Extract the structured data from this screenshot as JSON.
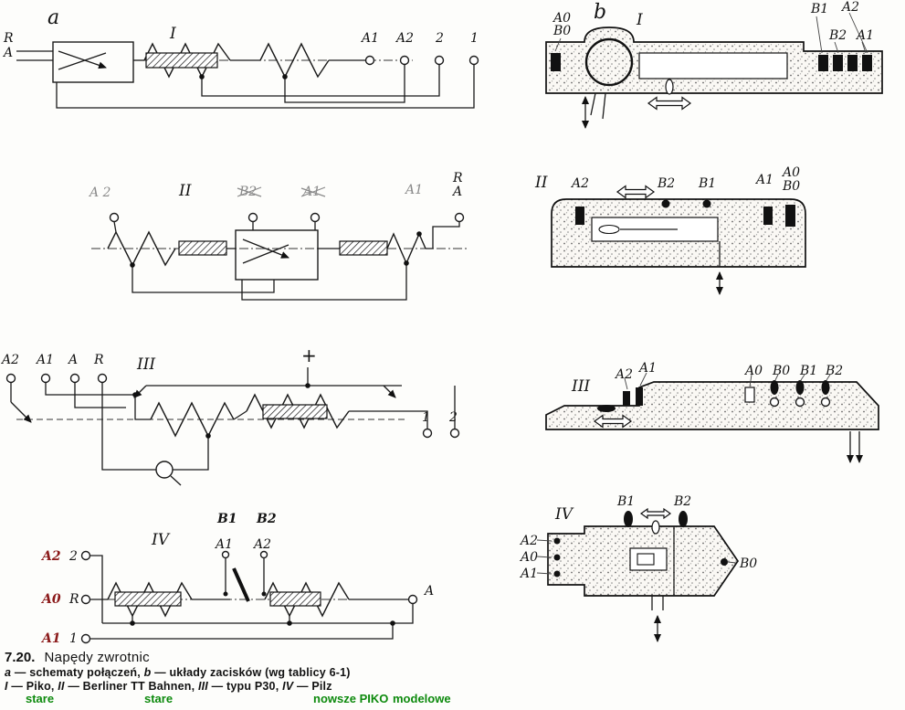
{
  "panel_a": {
    "label": "a"
  },
  "panel_b": {
    "label": "b"
  },
  "schem1": {
    "numeral": "I",
    "r": "R",
    "a": "A",
    "top": [
      "A1",
      "A2",
      "2",
      "1"
    ]
  },
  "schem2": {
    "numeral": "II",
    "a2_left": "A 2",
    "b2": "B2",
    "a1_mid": "A1",
    "a1_right": "A1",
    "r": "R",
    "a": "A"
  },
  "schem3": {
    "numeral": "III",
    "top": [
      "A2",
      "A1",
      "A",
      "R"
    ],
    "plus": "+",
    "t1": "1",
    "t2": "2"
  },
  "schem4": {
    "numeral": "IV",
    "b1": "B1",
    "b2": "B2",
    "a1": "A1",
    "a2": "A2",
    "rows": [
      {
        "red": "A2",
        "black": "2"
      },
      {
        "red": "A0",
        "black": "R"
      },
      {
        "red": "A1",
        "black": "1"
      }
    ],
    "a": "A"
  },
  "layout1": {
    "numeral": "I",
    "a0": "A0",
    "b0": "B0",
    "b1": "B1",
    "a2": "A2",
    "b2": "B2",
    "a1": "A1"
  },
  "layout2": {
    "numeral": "II",
    "a2": "A2",
    "b2": "B2",
    "b1": "B1",
    "a1": "A1",
    "a0": "A0",
    "b0": "B0"
  },
  "layout3": {
    "numeral": "III",
    "a2": "A2",
    "a1": "A1",
    "a0": "A0",
    "b0": "B0",
    "b1": "B1",
    "b2": "B2"
  },
  "layout4": {
    "numeral": "IV",
    "b1": "B1",
    "b2": "B2",
    "a2": "A2",
    "a0": "A0",
    "a1": "A1",
    "b0": "B0"
  },
  "caption": {
    "number": "7.20.",
    "title": "Napędy zwrotnic",
    "line2": [
      "a",
      " — schematy połączeń, ",
      "b",
      " — układy zacisków (wg tablicy 6-1)"
    ],
    "line3": [
      "I",
      " — Piko, ",
      "II",
      " — Berliner TT Bahnen, ",
      "III",
      " — typu P30, ",
      "IV",
      " — Pilz"
    ],
    "annotations": [
      "stare",
      "stare",
      "nowsze PIKO",
      "modelowe"
    ]
  },
  "colors": {
    "green_annotation": "#0d8a0d",
    "red_terminal": "#8b1a1a",
    "pencil_gray": "#8a8a8a"
  }
}
